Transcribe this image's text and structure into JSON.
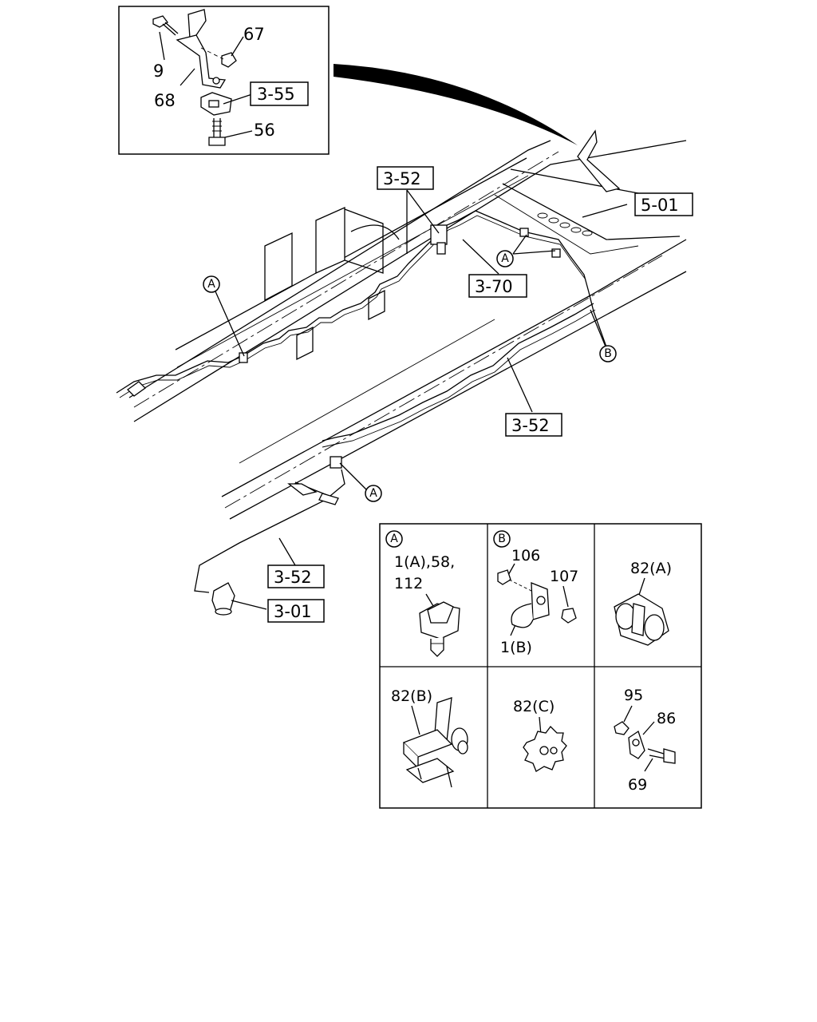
{
  "inset": {
    "labels": [
      "67",
      "9",
      "68",
      "56"
    ],
    "ref": "3-55"
  },
  "main": {
    "refs": [
      "3-52",
      "5-01",
      "3-70",
      "3-52",
      "3-52",
      "3-01"
    ],
    "circle_markers": [
      "A",
      "A",
      "B",
      "A"
    ]
  },
  "details": {
    "cells": [
      {
        "marker": "A",
        "labels": [
          "1(A),58,",
          "112"
        ]
      },
      {
        "marker": "B",
        "labels": [
          "106",
          "107",
          "1(B)"
        ]
      },
      {
        "marker": "",
        "labels": [
          "82(A)"
        ]
      },
      {
        "marker": "",
        "labels": [
          "82(B)"
        ]
      },
      {
        "marker": "",
        "labels": [
          "82(C)"
        ]
      },
      {
        "marker": "",
        "labels": [
          "95",
          "86",
          "69"
        ]
      }
    ]
  }
}
